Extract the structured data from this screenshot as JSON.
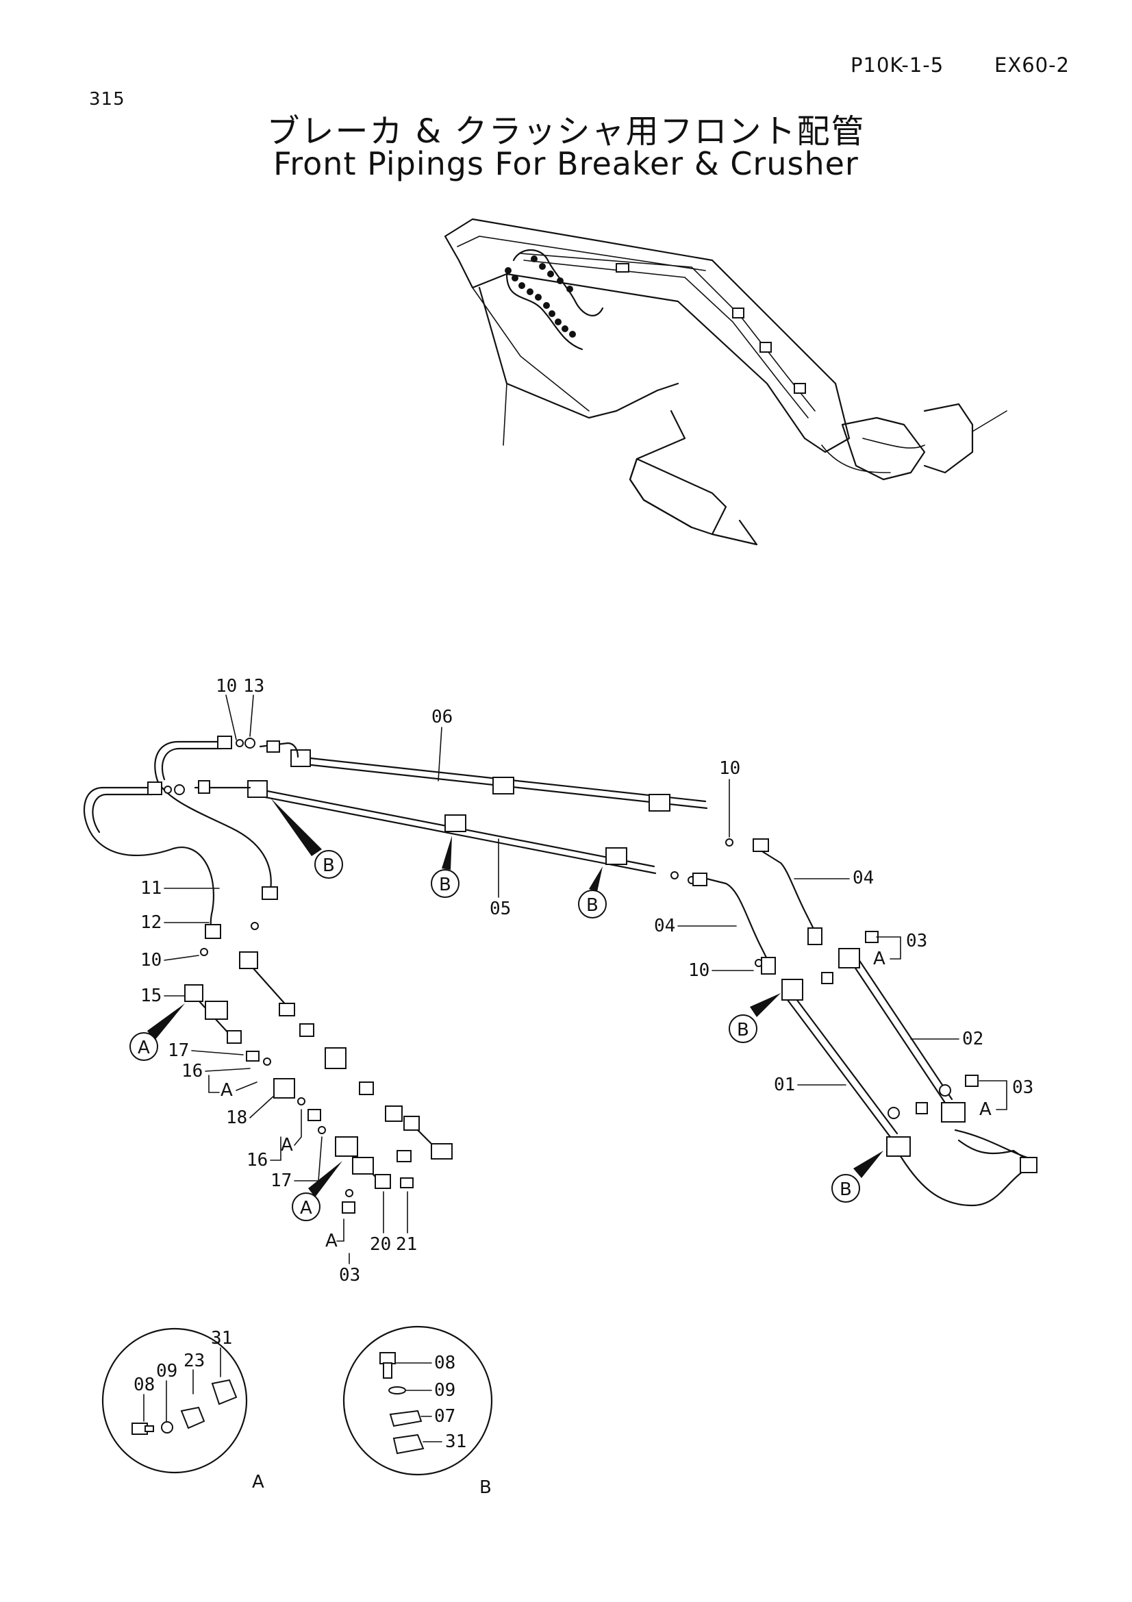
{
  "header": {
    "page_number": "315",
    "doc_code": "P10K-1-5",
    "model": "EX60-2"
  },
  "title": {
    "japanese": "ブレーカ & クラッシャ用フロント配管",
    "english": "Front Pipings For Breaker & Crusher"
  },
  "callouts": {
    "p01": "01",
    "p02": "02",
    "p03": "03",
    "p04": "04",
    "p05": "05",
    "p06": "06",
    "p07": "07",
    "p08": "08",
    "p09": "09",
    "p10": "10",
    "p11": "11",
    "p12": "12",
    "p13": "13",
    "p15": "15",
    "p16": "16",
    "p17": "17",
    "p18": "18",
    "p20": "20",
    "p21": "21",
    "p23": "23",
    "p31": "31"
  },
  "detail_refs": {
    "a": "A",
    "b": "B"
  }
}
